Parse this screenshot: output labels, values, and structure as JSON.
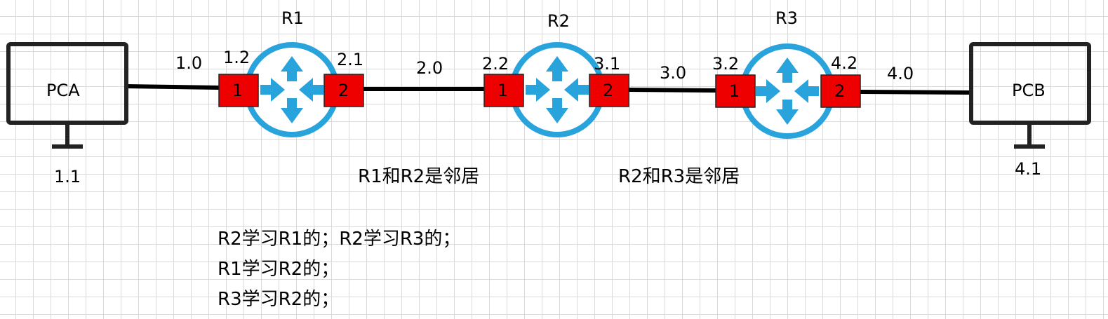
{
  "pcs": {
    "pca": {
      "name": "PCA",
      "ip": "1.1"
    },
    "pcb": {
      "name": "PCB",
      "ip": "4.1"
    }
  },
  "routers": [
    {
      "name": "R1",
      "port_left": "1",
      "port_right": "2"
    },
    {
      "name": "R2",
      "port_left": "1",
      "port_right": "2"
    },
    {
      "name": "R3",
      "port_left": "1",
      "port_right": "2"
    }
  ],
  "interface_ips": [
    "1.2",
    "2.1",
    "2.2",
    "3.1",
    "3.2",
    "4.2"
  ],
  "networks": [
    "1.0",
    "2.0",
    "3.0",
    "4.0"
  ],
  "neighbor_notes": [
    "R1和R2是邻居",
    "R2和R3是邻居"
  ],
  "learning_notes": [
    "R2学习R1的；R2学习R3的；",
    "R1学习R2的；",
    "R3学习R2的；"
  ],
  "colors": {
    "router_ring": "#29a3dc",
    "port_fill": "#ee0000",
    "link": "#000000"
  }
}
